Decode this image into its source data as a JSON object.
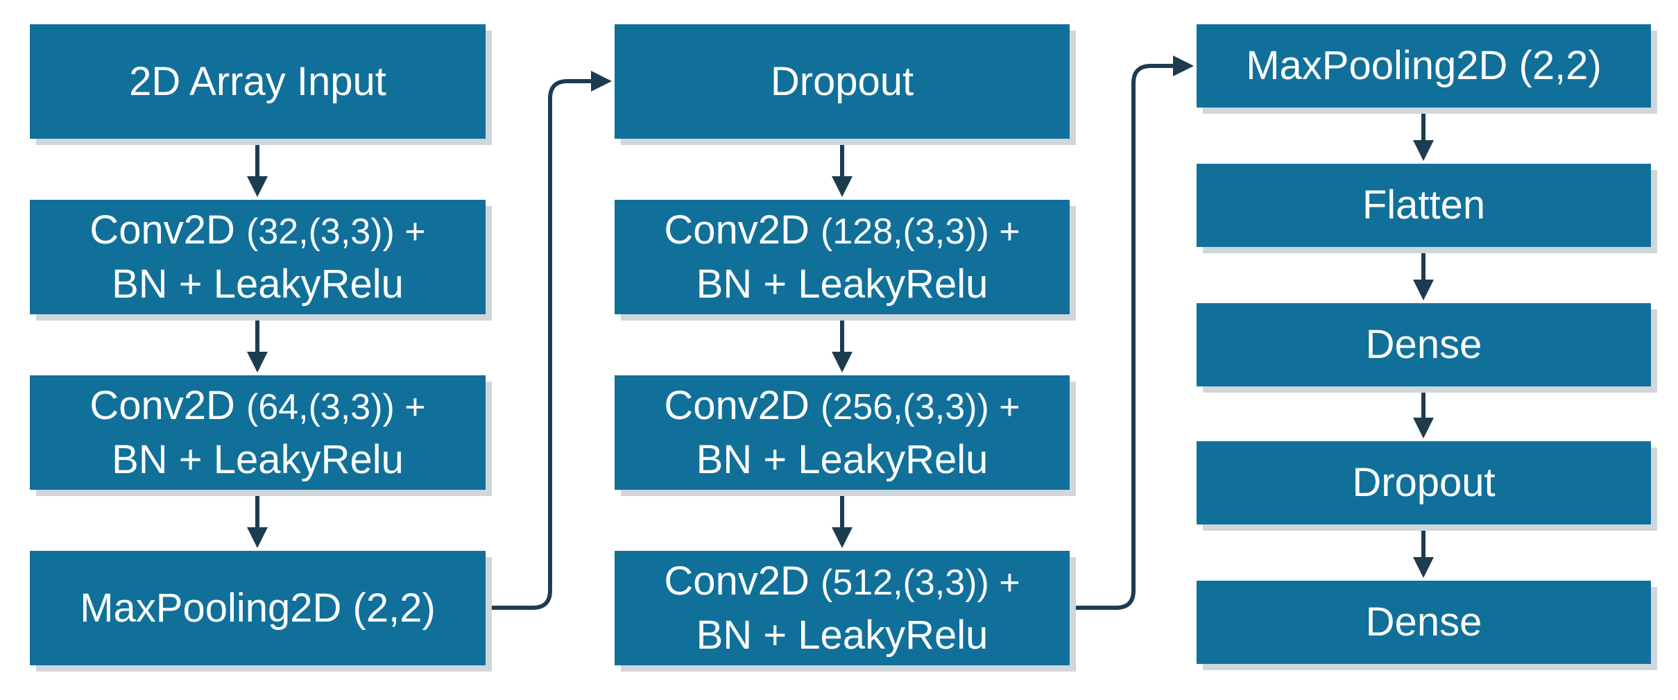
{
  "nodes": {
    "input": {
      "line1": "2D Array Input"
    },
    "conv1": {
      "line1_name": "Conv2D ",
      "line1_params": "(32,(3,3)) +",
      "line2": "BN + LeakyRelu"
    },
    "conv2": {
      "line1_name": "Conv2D ",
      "line1_params": "(64,(3,3)) +",
      "line2": "BN + LeakyRelu"
    },
    "pool1": {
      "line1": "MaxPooling2D (2,2)"
    },
    "dropout1": {
      "line1": "Dropout"
    },
    "conv3": {
      "line1_name": "Conv2D ",
      "line1_params": "(128,(3,3)) +",
      "line2": "BN + LeakyRelu"
    },
    "conv4": {
      "line1_name": "Conv2D ",
      "line1_params": "(256,(3,3)) +",
      "line2": "BN + LeakyRelu"
    },
    "conv5": {
      "line1_name": "Conv2D ",
      "line1_params": "(512,(3,3)) +",
      "line2": "BN + LeakyRelu"
    },
    "pool2": {
      "line1": "MaxPooling2D (2,2)"
    },
    "flatten": {
      "line1": "Flatten"
    },
    "dense1": {
      "line1": "Dense"
    },
    "dropout2": {
      "line1": "Dropout"
    },
    "dense2": {
      "line1": "Dense"
    }
  },
  "colors": {
    "box_fill": "#10709a",
    "box_shadow": "#cfd6dc",
    "box_text": "#ffffff",
    "arrow": "#1d3c4f"
  }
}
